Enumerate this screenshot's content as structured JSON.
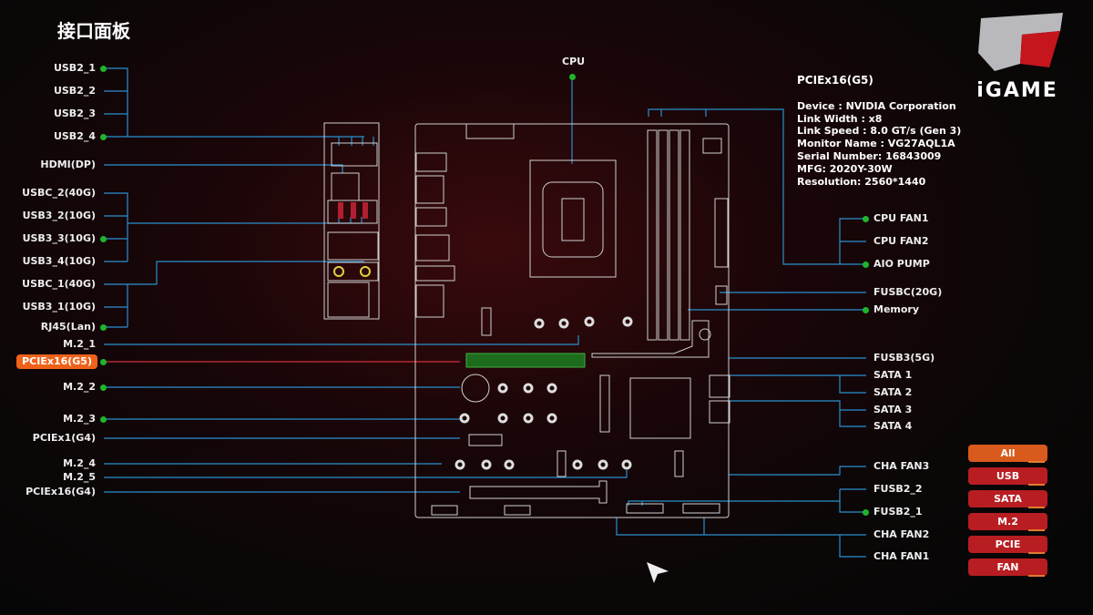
{
  "title": "接口面板",
  "logo_text": "iGAME",
  "cpu_label": "CPU",
  "left_labels": [
    "USB2_1",
    "USB2_2",
    "USB2_3",
    "USB2_4",
    "HDMI(DP)",
    "USBC_2(40G)",
    "USB3_2(10G)",
    "USB3_3(10G)",
    "USB3_4(10G)",
    "USBC_1(40G)",
    "USB3_1(10G)",
    "RJ45(Lan)",
    "M.2_1",
    "PCIEx16(G5)",
    "M.2_2",
    "M.2_3",
    "PCIEx1(G4)",
    "M.2_4",
    "M.2_5",
    "PCIEx16(G4)"
  ],
  "selected_left": "PCIEx16(G5)",
  "right_labels": [
    "CPU FAN1",
    "CPU FAN2",
    "AIO PUMP",
    "FUSBC(20G)",
    "Memory",
    "FUSB3(5G)",
    "SATA 1",
    "SATA 2",
    "SATA 3",
    "SATA 4",
    "CHA FAN3",
    "FUSB2_2",
    "FUSB2_1",
    "CHA FAN2",
    "CHA FAN1"
  ],
  "info": {
    "heading": "PCIEx16(G5)",
    "lines": [
      "Device : NVIDIA Corporation",
      "Link Width : x8",
      "Link Speed : 8.0 GT/s (Gen 3)",
      "Monitor Name : VG27AQL1A",
      "Serial Number: 16843009",
      "MFG: 2020Y-30W",
      "Resolution: 2560*1440"
    ]
  },
  "filters": [
    "All",
    "USB",
    "SATA",
    "M.2",
    "PCIE",
    "FAN"
  ],
  "selected_filter": "All",
  "colors": {
    "line": "#2a8fd0",
    "active_line": "#d0303a",
    "dot": "#1fb52b",
    "active": "#f0621a",
    "filter": "#b81d22",
    "slot_active": "#1d6b1d"
  }
}
